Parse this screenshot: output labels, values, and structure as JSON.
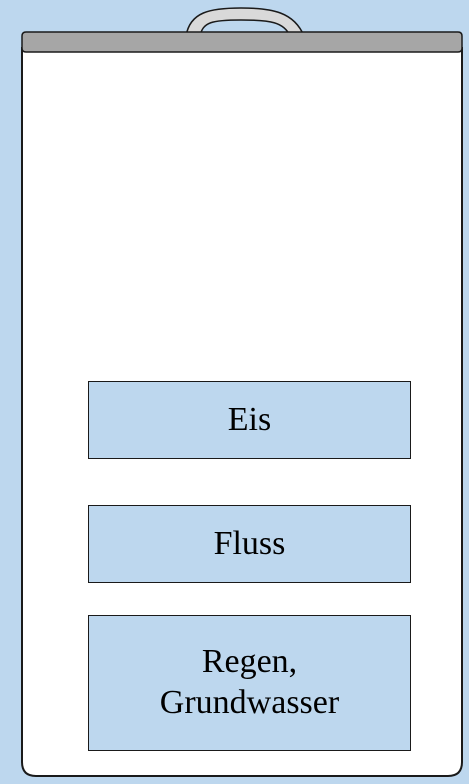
{
  "colors": {
    "background": "#bdd7ee",
    "jar_body": "#ffffff",
    "lid": "#a6a6a6",
    "handle": "#d9d9d9",
    "outline": "#1a1a1a",
    "layer_fill": "#bdd7ee"
  },
  "layers": [
    {
      "label": "Eis"
    },
    {
      "label": "Fluss"
    },
    {
      "label": "Regen,\nGrundwasser"
    }
  ]
}
